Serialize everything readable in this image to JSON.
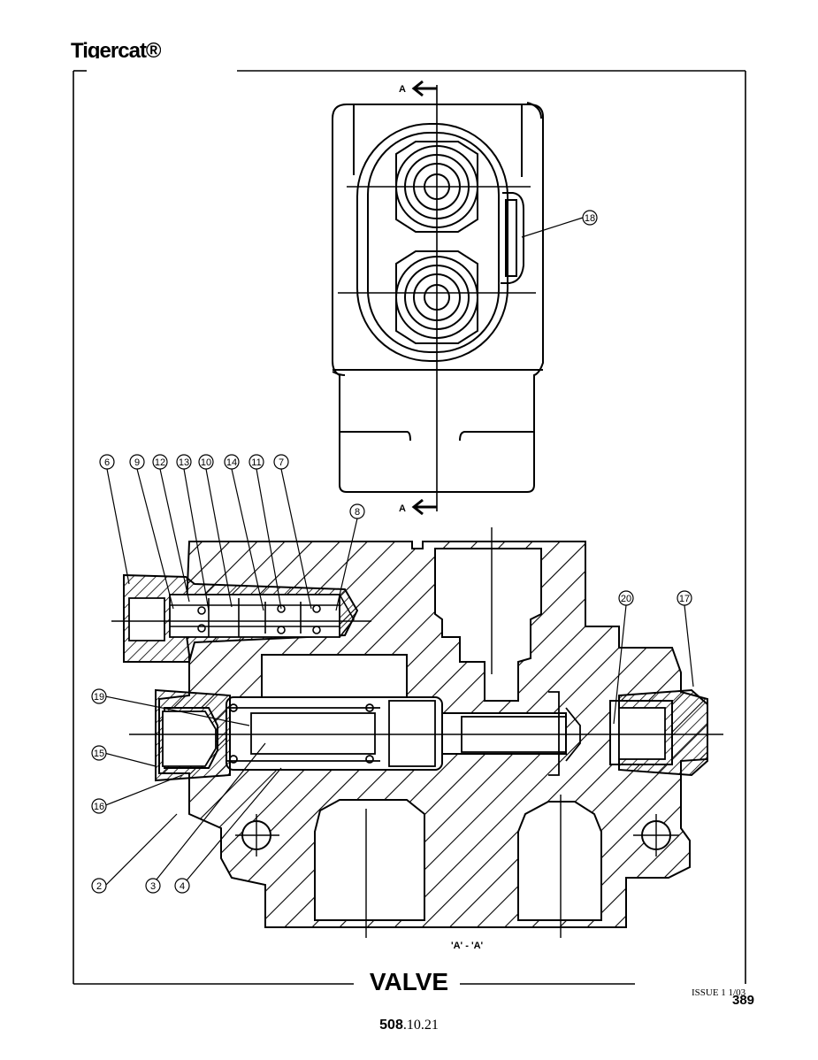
{
  "header": {
    "brand": "Tigercat®"
  },
  "diagram": {
    "section_marker": "A",
    "section_caption": "'A' - 'A'",
    "callouts": [
      "6",
      "9",
      "12",
      "13",
      "10",
      "14",
      "11",
      "7",
      "8",
      "18",
      "20",
      "17",
      "19",
      "15",
      "16",
      "2",
      "3",
      "4"
    ]
  },
  "footer": {
    "title": "VALVE",
    "issue": "ISSUE 1 1/03",
    "page_number": "389",
    "doc_number_bold": "508",
    "doc_number_rest": ".10.21"
  }
}
